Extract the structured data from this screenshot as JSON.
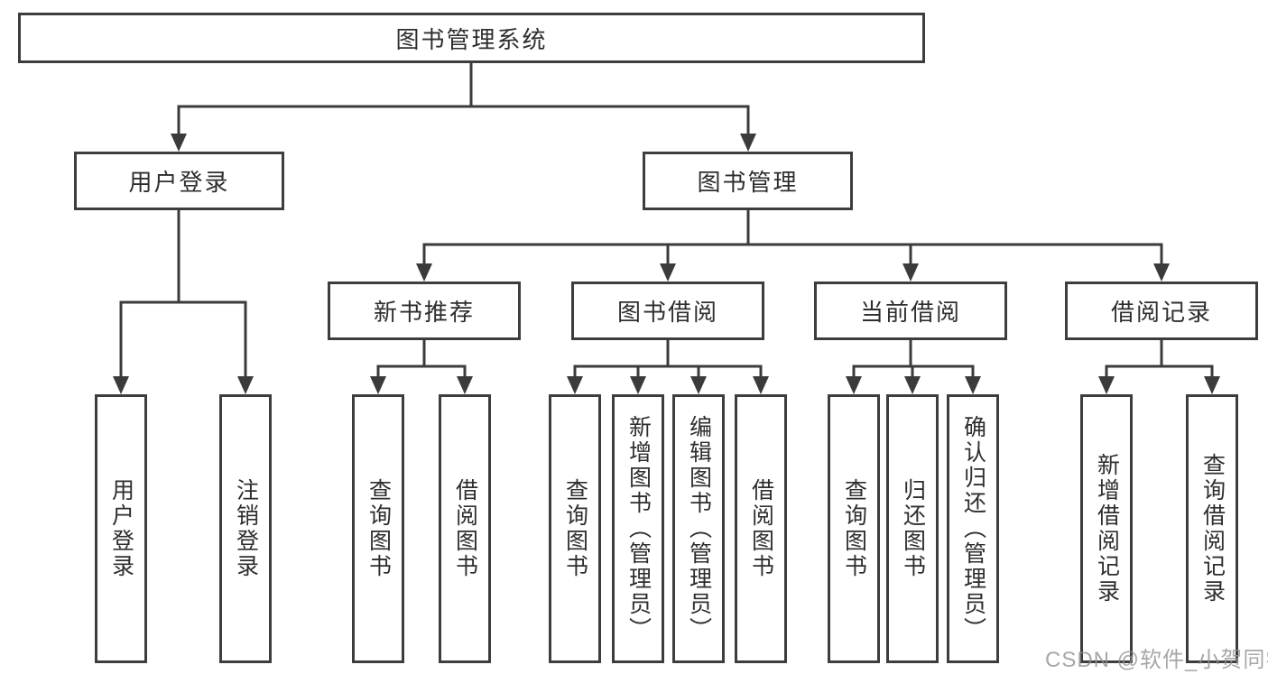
{
  "tree": {
    "root": "图书管理系统",
    "login": {
      "label": "用户登录",
      "leaves": [
        "用户登录",
        "注销登录"
      ]
    },
    "mgmt": {
      "label": "图书管理",
      "groups": [
        {
          "label": "新书推荐",
          "leaves": [
            "查询图书",
            "借阅图书"
          ]
        },
        {
          "label": "图书借阅",
          "leaves": [
            "查询图书",
            "新增图书（管理员）",
            "编辑图书（管理员）",
            "借阅图书"
          ]
        },
        {
          "label": "当前借阅",
          "leaves": [
            "查询图书",
            "归还图书",
            "确认归还（管理员）"
          ]
        },
        {
          "label": "借阅记录",
          "leaves": [
            "新增借阅记录",
            "查询借阅记录"
          ]
        }
      ]
    }
  },
  "watermark": "CSDN @软件_小贺同学",
  "colors": {
    "line": "#3b3b3b",
    "text": "#2e2e2e",
    "watermark": "#8f8f8f",
    "background": "#ffffff"
  }
}
